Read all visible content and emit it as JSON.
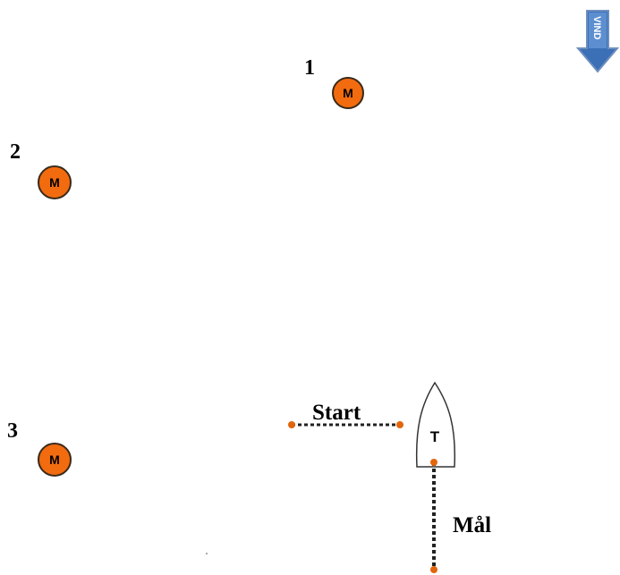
{
  "marks": [
    {
      "number": "1",
      "letter": "M"
    },
    {
      "number": "2",
      "letter": "M"
    },
    {
      "number": "3",
      "letter": "M"
    }
  ],
  "wind": {
    "label": "VIND",
    "color": "#3b6fb6"
  },
  "start_line": {
    "label": "Start"
  },
  "finish_line": {
    "label": "Mål"
  },
  "committee_boat": {
    "letter": "T"
  },
  "colors": {
    "mark_fill": "#f26b0f",
    "mark_stroke": "#3a2a1a",
    "line": "#222222",
    "endpoint": "#e2660d"
  }
}
